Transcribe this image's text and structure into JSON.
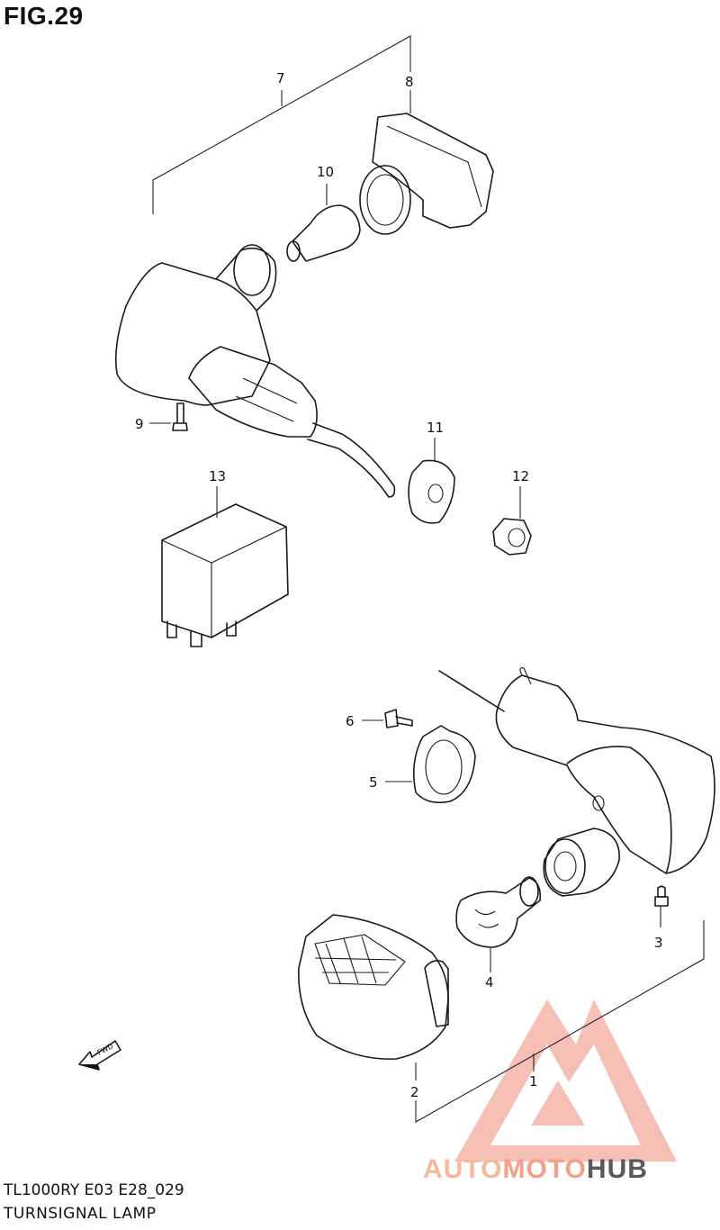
{
  "figure": {
    "title": "FIG.29"
  },
  "footer": {
    "model_code": "TL1000RY E03 E28_029",
    "diagram_title": "TURNSIGNAL LAMP"
  },
  "callouts": [
    "1",
    "2",
    "3",
    "4",
    "5",
    "6",
    "7",
    "8",
    "9",
    "10",
    "11",
    "12",
    "13"
  ],
  "fwd_label": "FWD",
  "watermark": {
    "part1": "AUTO",
    "part2": "MOTO",
    "part3": "HUB",
    "colors": {
      "light": "#f6b89a",
      "mid": "#f3a08a",
      "dark": "#5a5a5a"
    }
  }
}
